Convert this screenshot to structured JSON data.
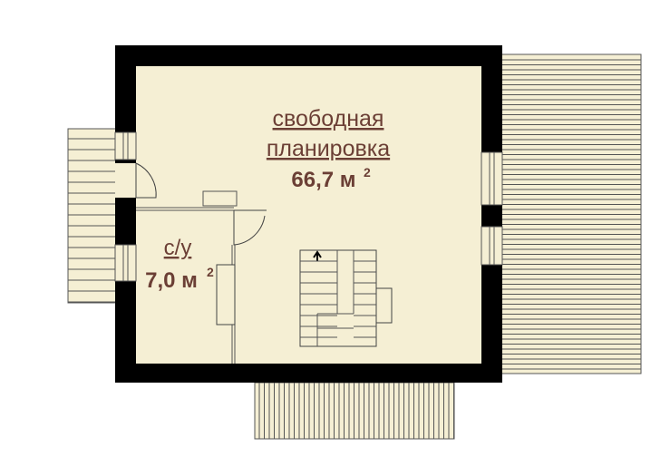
{
  "plan": {
    "main_room": {
      "name_line1": "свободная",
      "name_line2": "планировка",
      "area_value": "66,7 м",
      "area_sup": "2"
    },
    "bathroom": {
      "name": "с/у",
      "area_value": "7,0 м",
      "area_sup": "2"
    }
  },
  "colors": {
    "wall": "#000000",
    "floor": "#f5efd4",
    "text": "#6b3f35",
    "deck": "#f5efd4",
    "line": "#5a5a5a"
  }
}
